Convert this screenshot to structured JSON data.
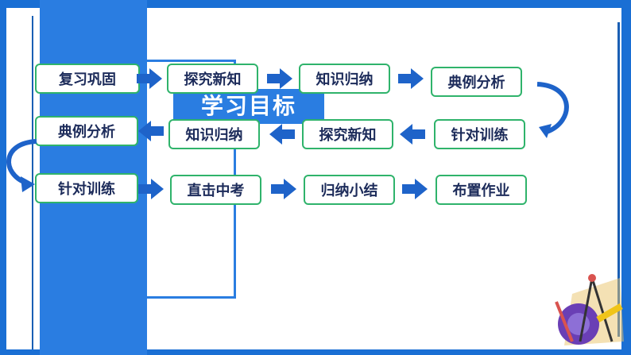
{
  "slide": {
    "goal_title": "学习目标",
    "row1": [
      "复习巩固",
      "探究新知",
      "知识归纳",
      "典例分析"
    ],
    "row2": [
      "典例分析",
      "知识归纳",
      "探究新知",
      "针对训练"
    ],
    "row3": [
      "针对训练",
      "直击中考",
      "归纳小结",
      "布置作业"
    ]
  },
  "colors": {
    "brand_blue": "#2a7de1",
    "border_green": "#2fb36b",
    "arrow_blue": "#1e63c9"
  },
  "icons": [
    "arrow-right-icon",
    "arrow-left-icon",
    "curve-arrow-icon",
    "geometry-tools-icon"
  ]
}
